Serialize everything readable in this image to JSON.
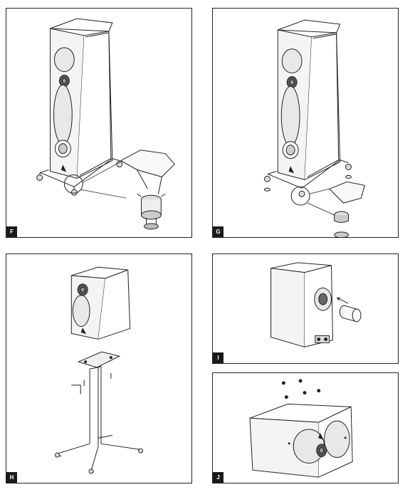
{
  "panels": {
    "f": {
      "label": "F"
    },
    "g": {
      "label": "G"
    },
    "h": {
      "label": "H"
    },
    "i": {
      "label": "I"
    },
    "j": {
      "label": "J"
    }
  }
}
